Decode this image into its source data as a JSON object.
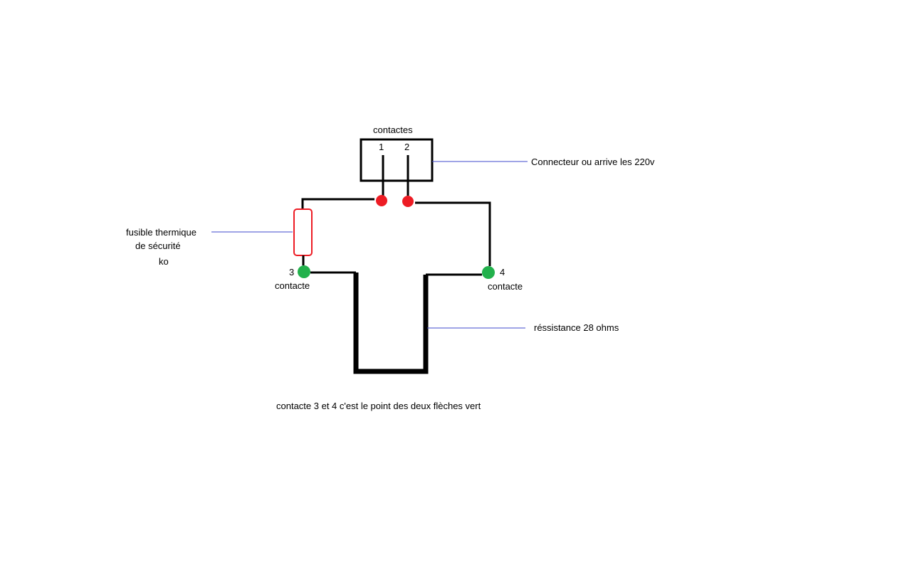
{
  "labels": {
    "connector_title": "contactes",
    "pin1": "1",
    "pin2": "2",
    "connector_note": "Connecteur ou arrive les 220v",
    "fuse_line1": "fusible thermique",
    "fuse_line2": "de sécurité",
    "fuse_line3": "ko",
    "contact3_number": "3",
    "contact3_word": "contacte",
    "contact4_number": "4",
    "contact4_word": "contacte",
    "resistance_note": "réssistance 28 ohms",
    "footer_note": "contacte 3 et 4 c'est le point des deux flèches vert"
  },
  "colors": {
    "wire": "#000000",
    "red_terminal": "#ed1c24",
    "green_contact": "#22b14c",
    "fuse_outline": "#ed1c24",
    "leader_line": "#3f48cc"
  }
}
